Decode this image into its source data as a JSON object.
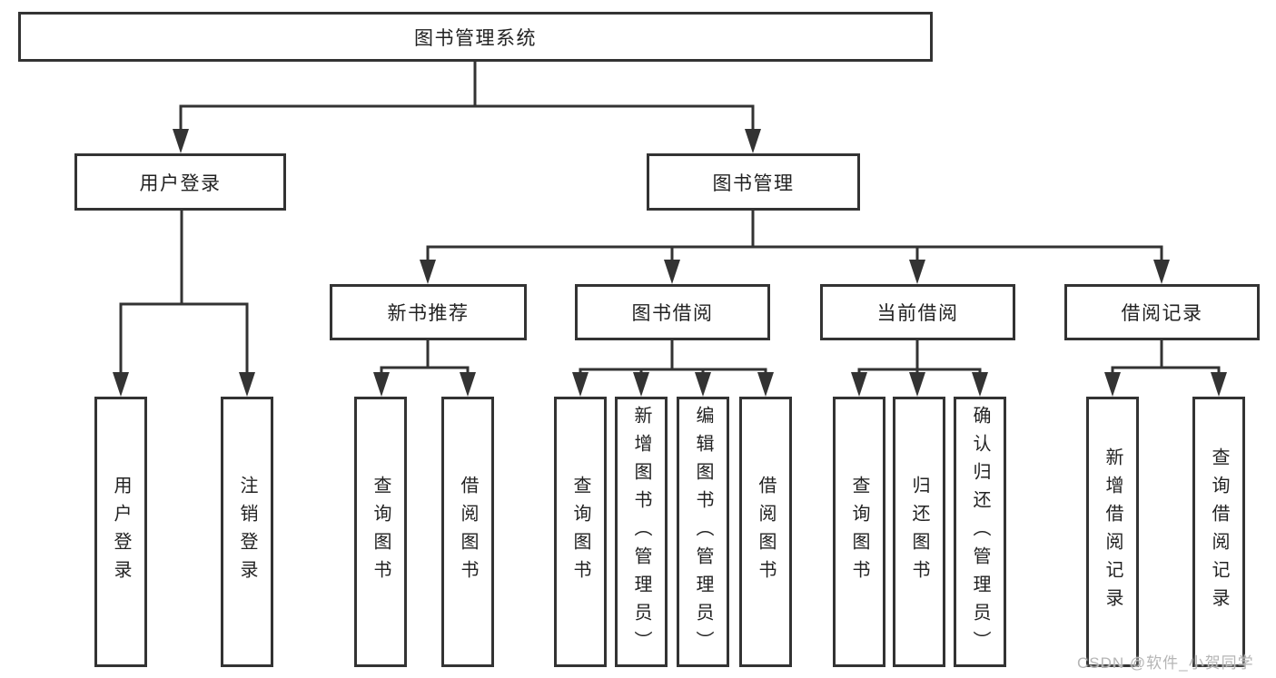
{
  "diagram": {
    "root": {
      "label": "图书管理系统"
    },
    "level2": [
      {
        "label": "用户登录"
      },
      {
        "label": "图书管理"
      }
    ],
    "level3": [
      {
        "label": "新书推荐"
      },
      {
        "label": "图书借阅"
      },
      {
        "label": "当前借阅"
      },
      {
        "label": "借阅记录"
      }
    ],
    "leaves": [
      {
        "label": "用户登录"
      },
      {
        "label": "注销登录"
      },
      {
        "label": "查询图书"
      },
      {
        "label": "借阅图书"
      },
      {
        "label": "查询图书"
      },
      {
        "label": "新增图书（管理员）"
      },
      {
        "label": "编辑图书（管理员）"
      },
      {
        "label": "借阅图书"
      },
      {
        "label": "查询图书"
      },
      {
        "label": "归还图书"
      },
      {
        "label": "确认归还（管理员）"
      },
      {
        "label": "新增借阅记录"
      },
      {
        "label": "查询借阅记录"
      }
    ]
  },
  "watermark": {
    "text": "CSDN @软件_小贺同学"
  },
  "colors": {
    "line": "#333333",
    "border": "#333333",
    "text": "#222222",
    "background": "#ffffff",
    "watermark": "#b5b5b5"
  }
}
